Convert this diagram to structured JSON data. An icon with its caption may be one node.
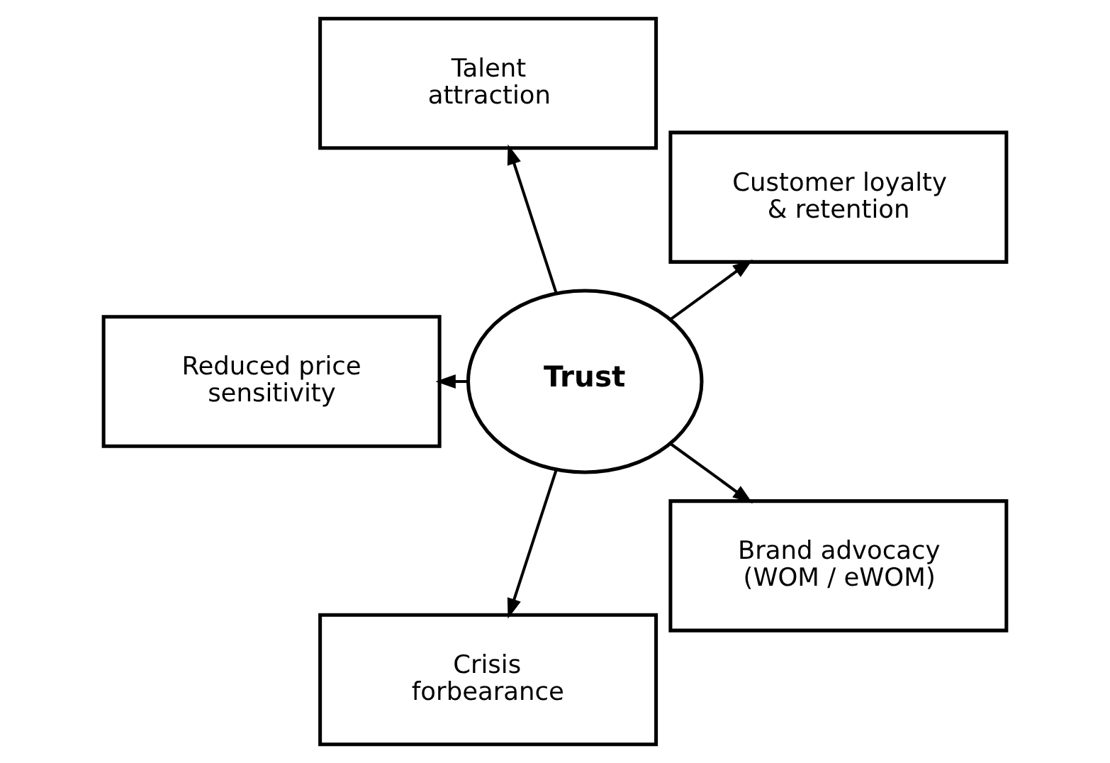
{
  "diagram": {
    "nodes": [
      {
        "text": [
          "Trust"
        ]
      },
      {
        "text": [
          "Customer loyalty & retention"
        ]
      },
      {
        "text": [
          "Talent attraction"
        ]
      },
      {
        "text": [
          "Reduced price sensitivity"
        ]
      },
      {
        "text": [
          "Crisis forbearance"
        ]
      },
      {
        "text": [
          "Brand advocacy (WOM / eWOM)"
        ]
      }
    ],
    "edges": [
      {
        "from": 0,
        "to": 1,
        "arrow": "to"
      },
      {
        "from": 0,
        "to": 2,
        "arrow": "to"
      },
      {
        "from": 0,
        "to": 3,
        "arrow": "to"
      },
      {
        "from": 0,
        "to": 4,
        "arrow": "to"
      },
      {
        "from": 0,
        "to": 5,
        "arrow": "to"
      }
    ]
  }
}
